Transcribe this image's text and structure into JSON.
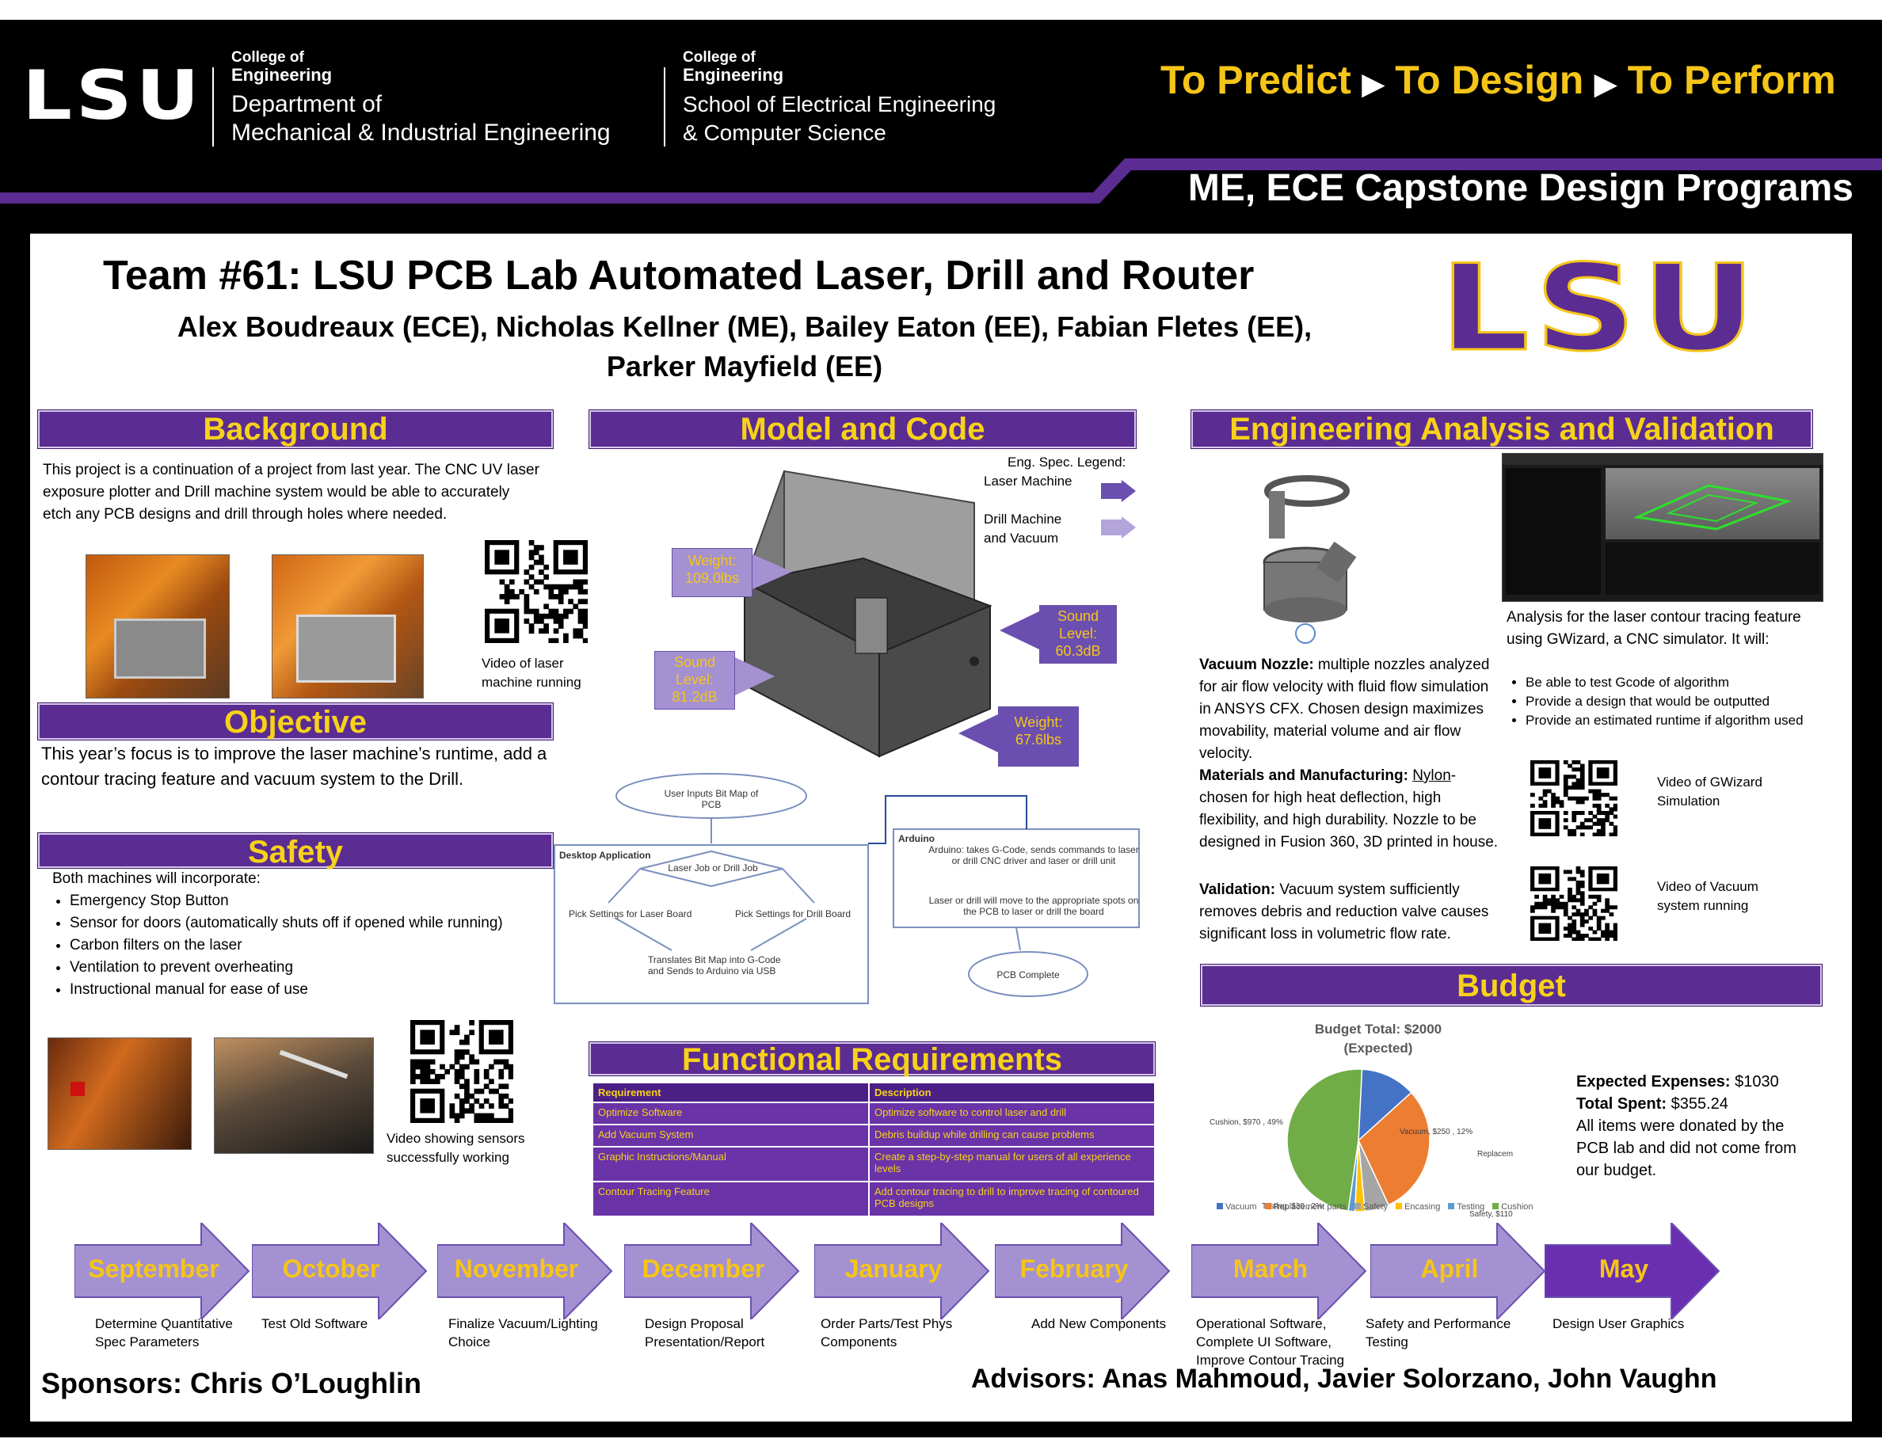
{
  "header": {
    "lsu_logo": "LSU",
    "college1_line1": "College of",
    "college1_line2": "Engineering",
    "dept1_line1": "Department of",
    "dept1_line2": "Mechanical & Industrial Engineering",
    "college2_line1": "College of",
    "college2_line2": "Engineering",
    "dept2_line1": "School of Electrical Engineering",
    "dept2_line2": "& Computer Science",
    "tagline_1": "To Predict",
    "tagline_2": "To Design",
    "tagline_3": "To Perform",
    "program": "ME, ECE Capstone Design Programs"
  },
  "title": {
    "main": "Team #61: LSU PCB Lab Automated Laser, Drill and Router",
    "authors_line1": "Alex Boudreaux (ECE), Nicholas Kellner (ME), Bailey Eaton (EE), Fabian Fletes (EE),",
    "authors_line2": "Parker Mayfield (EE)",
    "logo": "LSU"
  },
  "background": {
    "heading": "Background",
    "text": "This project is a continuation of a project from last year.  The CNC UV laser exposure plotter and Drill machine system would be able to accurately etch any PCB designs and drill through holes where needed.",
    "qr_caption": "Video of laser machine running"
  },
  "objective": {
    "heading": "Objective",
    "text": "This year’s focus is to improve the laser machine’s runtime, add a contour tracing feature and vacuum system to the Drill."
  },
  "safety": {
    "heading": "Safety",
    "intro": "Both machines will incorporate:",
    "items": [
      "Emergency Stop Button",
      "Sensor for doors (automatically shuts off if opened while running)",
      "Carbon filters on the laser",
      "Ventilation to prevent overheating",
      "Instructional manual for ease of use"
    ],
    "qr_caption": "Video showing sensors successfully working"
  },
  "model": {
    "heading": "Model and Code",
    "legend_title": "Eng. Spec. Legend:",
    "legend_laser": "Laser Machine",
    "legend_drill": "Drill Machine and Vacuum",
    "weight1": "Weight: 109.0lbs",
    "sound1": "Sound Level: 81.2dB",
    "sound2": "Sound Level: 60.3dB",
    "weight2": "Weight: 67.6lbs",
    "flow": {
      "start": "User Inputs Bit Map of PCB",
      "desktop": "Desktop Application",
      "decision": "Laser Job or Drill Job",
      "laser_settings": "Pick Settings for Laser Board",
      "drill_settings": "Pick Settings for Drill Board",
      "translate": "Translates Bit Map into G-Code and Sends to Arduino via USB",
      "arduino_title": "Arduino",
      "arduino_desc": "Arduino: takes G-Code, sends commands to laser or drill CNC driver and laser or drill unit",
      "arduino_move": "Laser or drill will move to the appropriate spots on the PCB to laser or drill the board",
      "complete": "PCB Complete"
    }
  },
  "functional": {
    "heading": "Functional Requirements",
    "columns": [
      "Requirement",
      "Description"
    ],
    "rows": [
      [
        "Optimize Software",
        "Optimize software to control laser and drill"
      ],
      [
        "Add Vacuum System",
        "Debris buildup while drilling can cause problems"
      ],
      [
        "Graphic Instructions/Manual",
        "Create a step-by-step manual for users of all experience levels"
      ],
      [
        "Contour Tracing Feature",
        "Add contour tracing to drill to improve tracing of contoured PCB designs"
      ]
    ]
  },
  "analysis": {
    "heading": "Engineering Analysis and Validation",
    "vacuum_label": "Vacuum Nozzle:",
    "vacuum_text": " multiple nozzles analyzed for air flow velocity with fluid flow simulation in ANSYS CFX. Chosen design maximizes movability, material volume and air flow velocity.",
    "materials_label": "Materials and Manufacturing:",
    "materials_nylon": "Nylon",
    "materials_text": "-chosen for high heat deflection, high flexibility, and high durability. Nozzle to be designed in Fusion 360, 3D printed in house.",
    "validation_label": "Validation:",
    "validation_text": " Vacuum system sufficiently removes debris and reduction valve causes significant loss in volumetric flow rate.",
    "gwizard_text": "Analysis for the laser contour tracing feature using GWizard, a CNC simulator. It will:",
    "gwizard_items": [
      "Be able to test Gcode of algorithm",
      "Provide a design that would be outputted",
      "Provide an estimated runtime if algorithm used"
    ],
    "qr1_caption": "Video of GWizard Simulation",
    "qr2_caption": "Video of Vacuum system running"
  },
  "budget": {
    "heading": "Budget",
    "expected_label": "Expected Expenses:",
    "expected_value": "$1030",
    "spent_label": "Total Spent:",
    "spent_value": "$355.24",
    "note": "All items were donated by the PCB lab and did not come from our budget."
  },
  "chart_data": {
    "type": "pie",
    "title": "Budget Total: $2000",
    "subtitle": "(Expected)",
    "slices": [
      {
        "name": "Vacuum",
        "value": 250,
        "label": "Vacuum, $250 , 12%",
        "color": "#4472c4"
      },
      {
        "name": "Replacement parts",
        "value": 595,
        "label": "Replacement parts, $595 , 30%",
        "color": "#ed7d31"
      },
      {
        "name": "Safety",
        "value": 110,
        "label": "Safety, $110 , 5%",
        "color": "#a5a5a5"
      },
      {
        "name": "Encasing",
        "value": 45,
        "label": "Encasing, $45 , 2%",
        "color": "#ffc000"
      },
      {
        "name": "Testing",
        "value": 30,
        "label": "Testing, $30 , 2%",
        "color": "#5b9bd5"
      },
      {
        "name": "Cushion",
        "value": 970,
        "label": "Cushion, $970 , 49%",
        "color": "#70ad47"
      }
    ],
    "legend": [
      "Vacuum",
      "Replacement parts",
      "Safety",
      "Encasing",
      "Testing",
      "Cushion"
    ]
  },
  "timeline": [
    {
      "month": "September",
      "task": "Determine Quantitative Spec Parameters"
    },
    {
      "month": "October",
      "task": "Test Old Software"
    },
    {
      "month": "November",
      "task": "Finalize Vacuum/Lighting Choice"
    },
    {
      "month": "December",
      "task": "Design Proposal Presentation/Report"
    },
    {
      "month": "January",
      "task": "Order Parts/Test Phys Components"
    },
    {
      "month": "February",
      "task": "Add New Components"
    },
    {
      "month": "March",
      "task": "Operational Software, Complete UI Software, Improve Contour Tracing"
    },
    {
      "month": "April",
      "task": "Safety and Performance Testing"
    },
    {
      "month": "May",
      "task": "Design User Graphics"
    }
  ],
  "footer": {
    "sponsors": "Sponsors: Chris O’Loughlin",
    "advisors": "Advisors: Anas Mahmoud, Javier Solorzano, John Vaughn"
  }
}
